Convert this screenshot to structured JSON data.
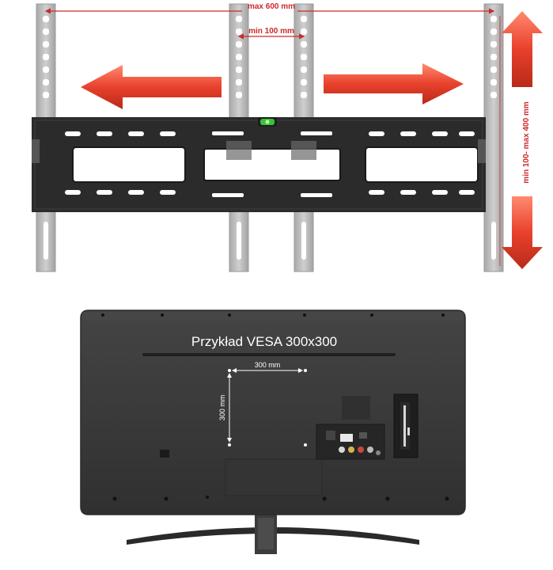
{
  "bracket": {
    "max_width_label": "max 600 mm",
    "min_width_label": "min 100 mm",
    "vertical_range_label": "min 100- max 400 mm"
  },
  "tv": {
    "title": "Przykład VESA 300x300",
    "h_dim_label": "300 mm",
    "v_dim_label": "300 mm"
  },
  "colors": {
    "arrow_red": "#e8412c",
    "label_red": "#cc2a2a",
    "rail_gray": "#bdbdbd",
    "plate_dark": "#2b2b2b",
    "tv_body": "#3a3a3a",
    "level_green": "#35c43a"
  }
}
